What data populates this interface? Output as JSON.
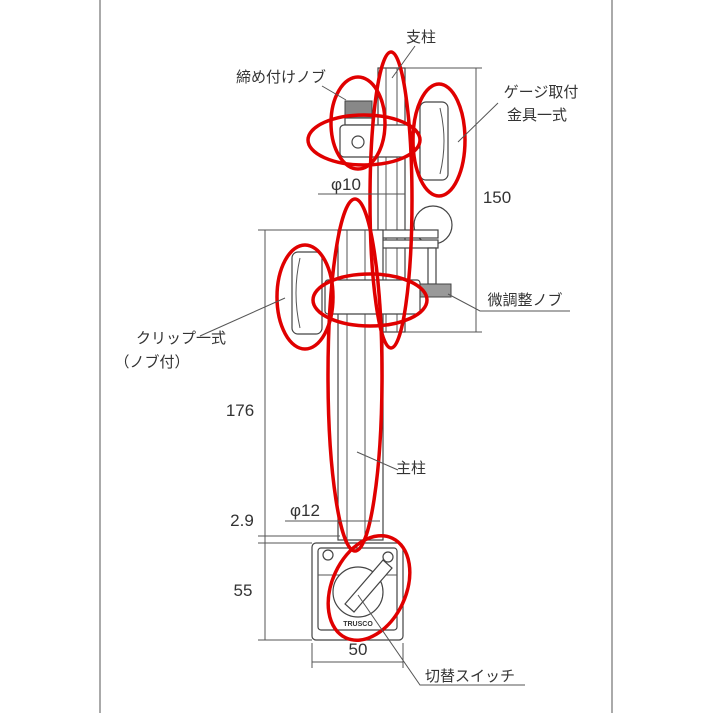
{
  "labels": {
    "support_column": "支柱",
    "tightening_knob": "締め付けノブ",
    "gauge_mount_line1": "ゲージ取付",
    "gauge_mount_line2": "金具一式",
    "fine_adjust_knob": "微調整ノブ",
    "clip_set_line1": "クリップ一式",
    "clip_set_line2": "（ノブ付）",
    "main_column": "主柱",
    "switch": "切替スイッチ",
    "brand": "TRUSCO"
  },
  "dimensions": {
    "support_length": "150",
    "support_diameter": "φ10",
    "main_length": "176",
    "main_diameter": "φ12",
    "gap": "2.9",
    "base_height": "55",
    "base_width": "50"
  },
  "colors": {
    "highlight": "#e00000",
    "line": "#555555"
  }
}
